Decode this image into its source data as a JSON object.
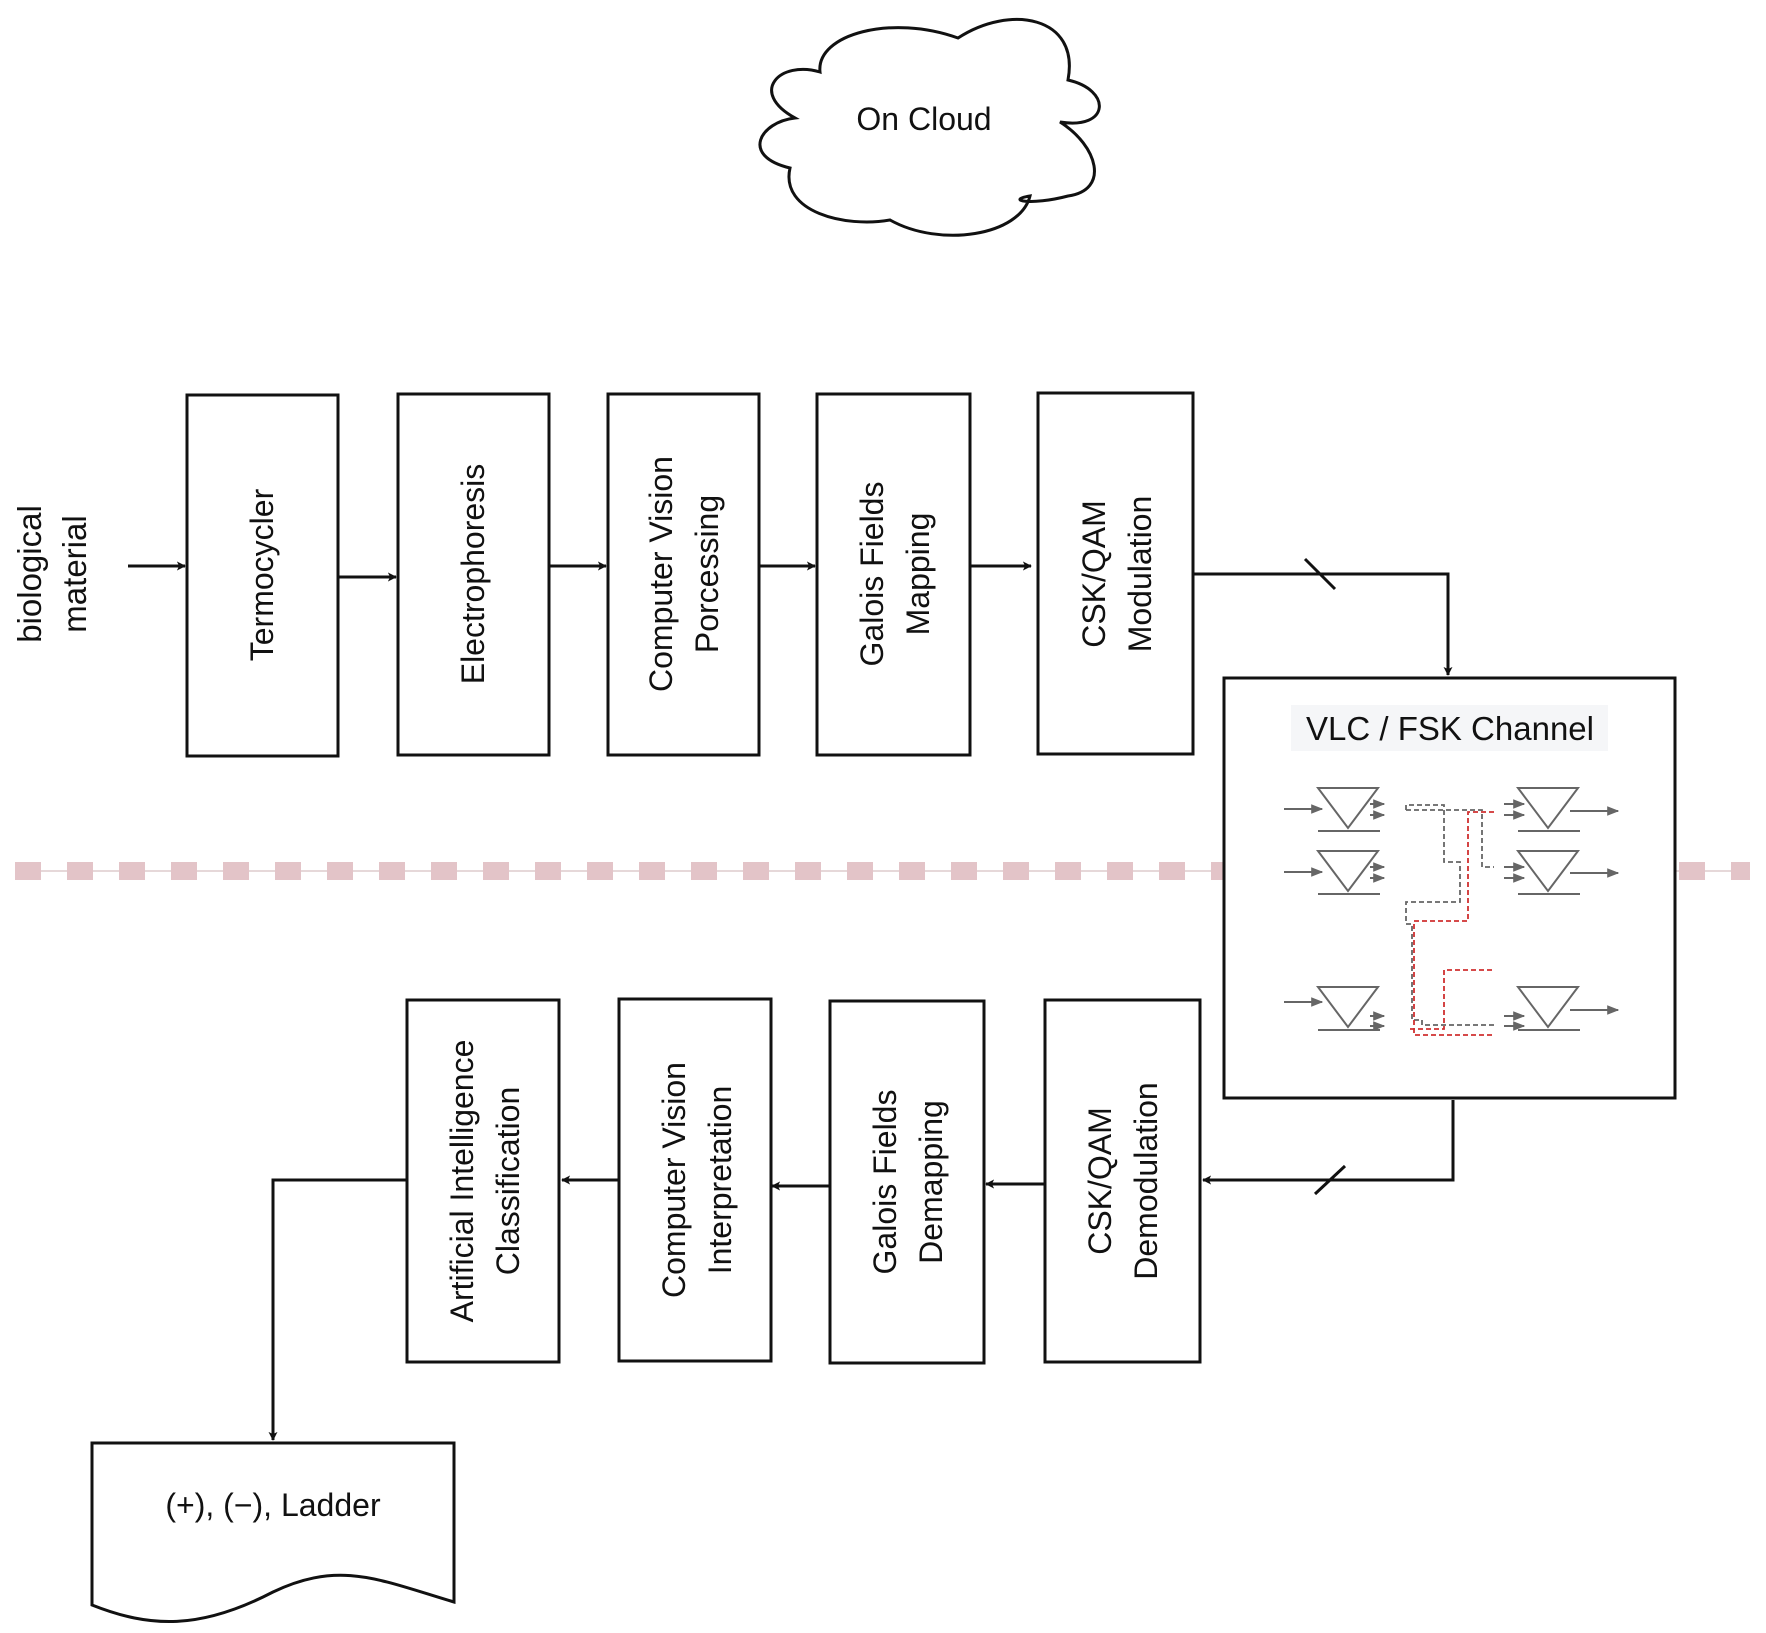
{
  "cloud": {
    "label": "On Cloud"
  },
  "input_label": [
    "biological",
    "material"
  ],
  "transmit_chain": [
    {
      "id": "termocycler",
      "lines": [
        "Termocycler"
      ]
    },
    {
      "id": "electrophoresis",
      "lines": [
        "Electrophoresis"
      ]
    },
    {
      "id": "cv-processing",
      "lines": [
        "Computer Vision",
        "Porcessing"
      ]
    },
    {
      "id": "galois-mapping",
      "lines": [
        "Galois Fields",
        "Mapping"
      ]
    },
    {
      "id": "csk-modulation",
      "lines": [
        "CSK/QAM",
        "Modulation"
      ]
    }
  ],
  "channel": {
    "title": "VLC / FSK Channel"
  },
  "receive_chain": [
    {
      "id": "csk-demodulation",
      "lines": [
        "CSK/QAM",
        "Demodulation"
      ]
    },
    {
      "id": "galois-demapping",
      "lines": [
        "Galois Fields",
        "Demapping"
      ]
    },
    {
      "id": "cv-interpretation",
      "lines": [
        "Computer Vision",
        "Interpretation"
      ]
    },
    {
      "id": "ai-classification",
      "lines": [
        "Artificial Intelligence",
        "Classification"
      ]
    }
  ],
  "output": {
    "label": "(+), (−), Ladder"
  },
  "colors": {
    "line": "#111111",
    "separator": "#e3c4c8",
    "channel_gray": "#666666",
    "channel_red": "#d03030"
  }
}
